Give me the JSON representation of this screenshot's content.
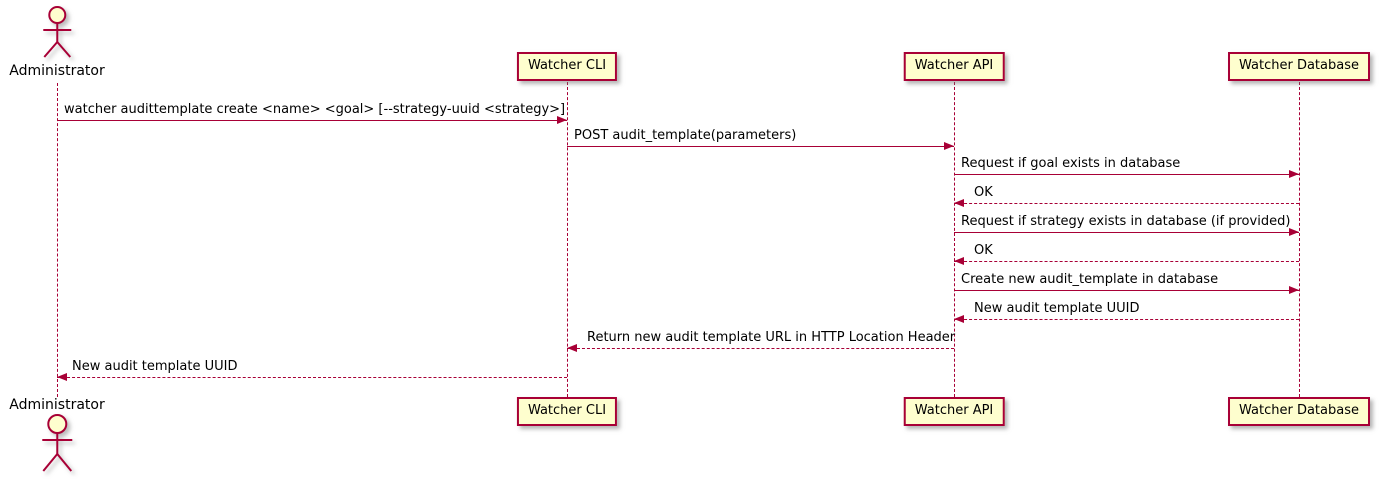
{
  "diagram": {
    "type": "sequence-diagram",
    "style": "plantuml"
  },
  "colors": {
    "line": "#A80036",
    "participant_fill": "#FEFECE",
    "text": "#000000",
    "background": "#FFFFFF"
  },
  "actor": {
    "name": "Administrator"
  },
  "participants": [
    {
      "label": "Watcher CLI"
    },
    {
      "label": "Watcher API"
    },
    {
      "label": "Watcher Database"
    }
  ],
  "messages": [
    {
      "from": "Administrator",
      "to": "Watcher CLI",
      "style": "solid",
      "label": "watcher audittemplate create <name> <goal> [--strategy-uuid <strategy>]"
    },
    {
      "from": "Watcher CLI",
      "to": "Watcher API",
      "style": "solid",
      "label": "POST audit_template(parameters)"
    },
    {
      "from": "Watcher API",
      "to": "Watcher Database",
      "style": "solid",
      "label": "Request if goal exists in database"
    },
    {
      "from": "Watcher Database",
      "to": "Watcher API",
      "style": "dashed",
      "label": "OK"
    },
    {
      "from": "Watcher API",
      "to": "Watcher Database",
      "style": "solid",
      "label": "Request if strategy exists in database (if provided)"
    },
    {
      "from": "Watcher Database",
      "to": "Watcher API",
      "style": "dashed",
      "label": "OK"
    },
    {
      "from": "Watcher API",
      "to": "Watcher Database",
      "style": "solid",
      "label": "Create new audit_template in database"
    },
    {
      "from": "Watcher Database",
      "to": "Watcher API",
      "style": "dashed",
      "label": "New audit template UUID"
    },
    {
      "from": "Watcher API",
      "to": "Watcher CLI",
      "style": "dashed",
      "label": "Return new audit template URL in HTTP Location Header"
    },
    {
      "from": "Watcher CLI",
      "to": "Administrator",
      "style": "dashed",
      "label": "New audit template UUID"
    }
  ]
}
